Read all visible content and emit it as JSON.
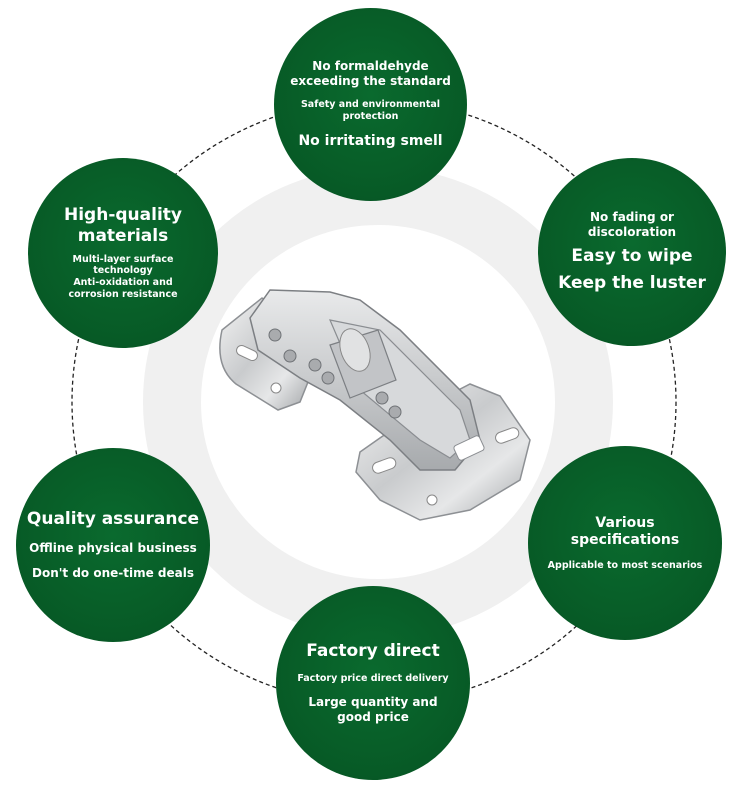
{
  "colors": {
    "circle_green": "#075a26",
    "ring_gray": "#f0f0f0",
    "dash_line": "#222222"
  },
  "product_image": {
    "icon": "cabinet-hinge-icon"
  },
  "circles": {
    "top": {
      "line1": "No formaldehyde",
      "line2": "exceeding the standard",
      "sub1": "Safety and environmental",
      "sub2": "protection",
      "line3": "No irritating smell"
    },
    "top_right": {
      "line1": "No fading or",
      "line2": "discoloration",
      "line3": "Easy to wipe",
      "line4": "Keep the luster"
    },
    "top_left": {
      "title1": "High-quality",
      "title2": "materials",
      "sub1": "Multi-layer surface",
      "sub2": "technology",
      "sub3": "Anti-oxidation and",
      "sub4": "corrosion resistance"
    },
    "middle_left": {
      "title": "Quality assurance",
      "line1": "Offline physical business",
      "line2": "Don't do one-time deals"
    },
    "middle_right": {
      "title1": "Various",
      "title2": "specifications",
      "sub": "Applicable to most scenarios"
    },
    "bottom": {
      "title": "Factory direct",
      "sub": "Factory price direct delivery",
      "line1": "Large quantity and",
      "line2": "good price"
    }
  }
}
